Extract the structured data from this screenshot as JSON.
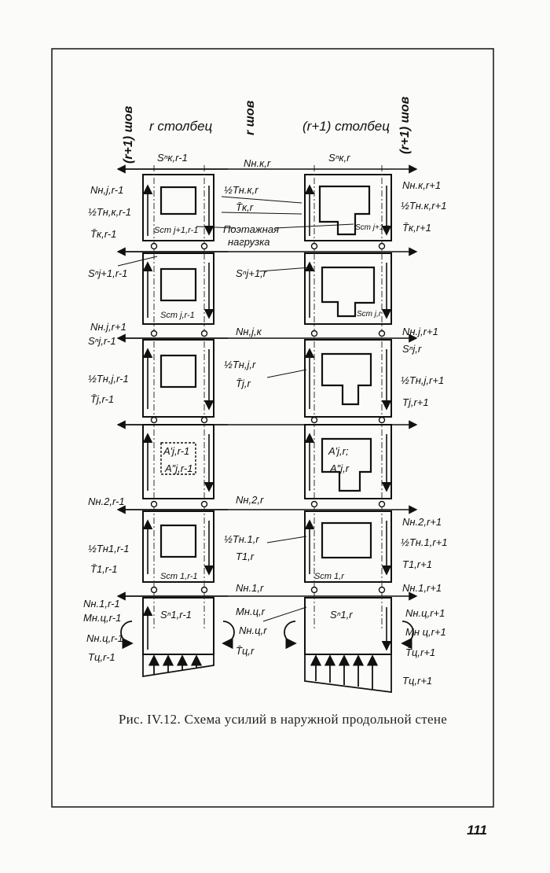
{
  "headers": {
    "left_seam": "(r+1) шов",
    "left_column": "r столбец",
    "mid_seam": "r шов",
    "right_column": "(r+1) столбец",
    "right_seam": "(r+1) шов"
  },
  "labels": {
    "S_k_r1": "Sⁿк,r-1",
    "N_nk_r": "Nн.к,r",
    "S_k_r": "Sⁿк,r",
    "N_nj_r1_top": "Nн,j,r-1",
    "half_T_nk_r1": "½Tн,к,r-1",
    "T_k_r1": "T̄к,r-1",
    "half_T_nk_r": "½Tн.к,r",
    "T_k_r": "T̄к,r",
    "N_nk_r1p": "Nн.к,r+1",
    "half_T_nk_r1p": "½Tн.к,r+1",
    "T_k_r1p": "T̄к,r+1",
    "S_cm_j1_r1": "Scm j+1,r-1",
    "floor_load_1": "Поэтажная",
    "floor_load_2": "нагрузка",
    "S_cm_j1_r": "Scm j+1,r",
    "S_n_j1_r1": "Sⁿj+1,r-1",
    "S_n_j1_r": "Sⁿj+1,r",
    "S_cm_j_r1": "Scm j,r-1",
    "S_cm_j_r": "Scm j,r",
    "N_nj_r1p_left": "Nн.j,r+1",
    "S_n_j_r1": "Sⁿj,r-1",
    "N_nj_k": "Nн,j,к",
    "N_nj_r1p": "Nн.j,r+1",
    "S_n_j_r": "Sⁿj,r",
    "half_T_nj_r1": "½Tн,j,r-1",
    "T_j_r1": "T̄j,r-1",
    "half_T_nj_r": "½Tн,j,r",
    "T_j_r": "T̄j,r",
    "half_T_nj_r1p": "½Tн,j,r+1",
    "T_j_r1p": "Tj,r+1",
    "A1_j_r1": "A′j,r-1",
    "A2_j_r1": "A″j,r-1",
    "A1_j_r": "A′j,r;",
    "A2_j_r": "A″j,r",
    "N_n2_r1": "Nн.2,r-1",
    "N_n2_r": "Nн,2,r",
    "N_n2_r1p": "Nн.2,r+1",
    "half_T_n1_r1": "½Tн1,r-1",
    "T_1_r1": "T̄1,r-1",
    "half_T_n1_r": "½Tн.1,r",
    "T_1_r": "T1,r",
    "half_T_n1_r1p": "½Tн.1,r+1",
    "T_1_r1p": "T1,r+1",
    "S_cm_1_r1": "Scm 1,r-1",
    "S_cm_1_r": "Scm 1,r",
    "N_n1_r": "Nн.1,r",
    "N_n1_r1p": "Nн.1,r+1",
    "N_n1_r1": "Nн.1,r-1",
    "M_nc_r1": "Mн.ц,r-1",
    "N_nc_r1": "Nн.ц,r-1",
    "T_c_r1": "Tц,r-1",
    "S_n_1_r1": "Sⁿ1,r-1",
    "M_nc_r": "Mн.ц,r",
    "N_nc_r": "Nн.ц,r",
    "T_c_r": "T̄ц,r",
    "S_n_1_r": "Sⁿ1,r",
    "N_nc_r1p": "Nн.ц,r+1",
    "M_nc_r1p": "Mн ц,r+1",
    "T_c_r1p_a": "T̄ц,r+1",
    "T_c_r1p_b": "Tц,r+1"
  },
  "caption": "Рис. IV.12. Схема усилий в наружной продольной стене",
  "page_number": "111",
  "colors": {
    "ink": "#111111",
    "paper": "#fbfbf9"
  }
}
